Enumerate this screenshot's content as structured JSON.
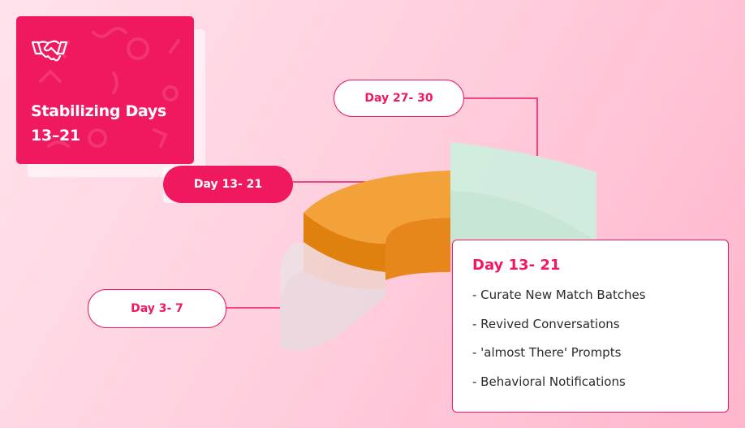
{
  "title_card": {
    "title": "Stabilizing Days 13–21",
    "icon": "handshake-icon",
    "color": "#f0185f"
  },
  "labels": {
    "day_27_30": "Day 27- 30",
    "day_13_21": "Day 13- 21",
    "day_3_7": "Day 3- 7"
  },
  "detail": {
    "title": "Day 13- 21",
    "items": [
      "- Curate New Match Batches",
      "- Revived Conversations",
      "- 'almost There' Prompts",
      "- Behavioral Notifications"
    ]
  },
  "colors": {
    "accent": "#f0185f",
    "segment_active": "#f3a23a",
    "segment_mint": "#cfeede",
    "segment_faded": "#ecdde2"
  }
}
